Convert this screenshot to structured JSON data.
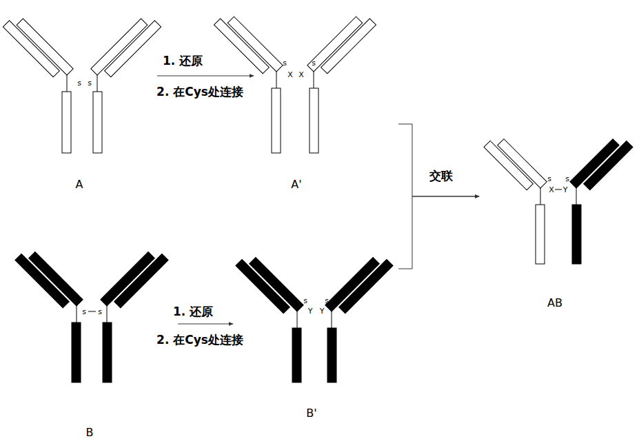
{
  "diagram": {
    "nodes": [
      {
        "text": [
          "A"
        ]
      },
      {
        "text": [
          "A'"
        ]
      },
      {
        "text": [
          "B"
        ]
      },
      {
        "text": [
          "B'"
        ]
      },
      {
        "text": [
          "AB"
        ]
      }
    ],
    "edges": [
      {
        "from": 0,
        "to": 1,
        "arrow": "to"
      },
      {
        "from": 2,
        "to": 3,
        "arrow": "to"
      },
      {
        "from": 1,
        "to": 4,
        "arrow": "to"
      },
      {
        "from": 3,
        "to": 4,
        "arrow": "to"
      }
    ],
    "labels": [
      "1. 还原",
      "2. 在Cys处连接",
      "1. 还原",
      "2. 在Cys处连接",
      "交联",
      "s",
      "s",
      "s",
      "X",
      "X",
      "s",
      "s",
      "s",
      "s",
      "Y",
      "Y",
      "s",
      "s",
      "X",
      "Y",
      "s"
    ]
  }
}
